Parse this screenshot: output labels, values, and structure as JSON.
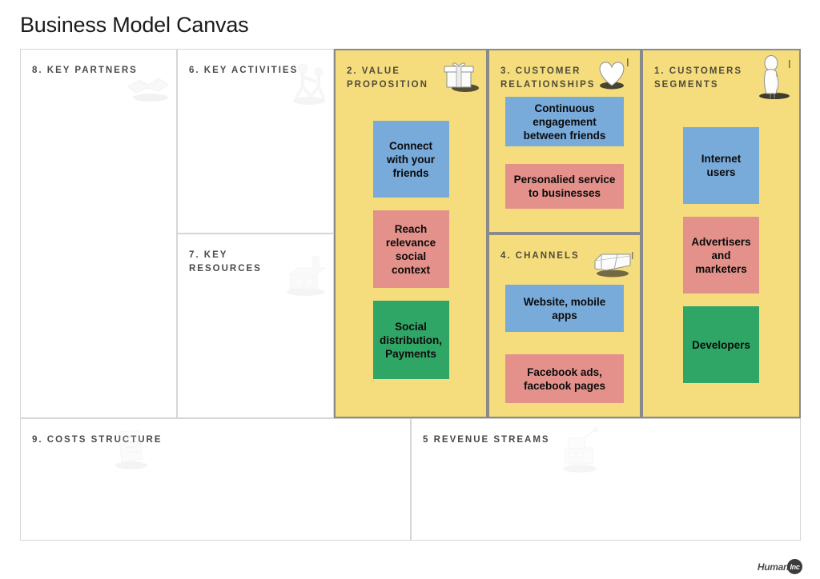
{
  "title": "Business Model Canvas",
  "colors": {
    "panel_fill": "#f5dd7e",
    "panel_border": "#8a8a8a",
    "plain_border": "#d6d6d6",
    "card_blue": "#78aada",
    "card_red": "#e3918a",
    "card_green": "#2fa665",
    "title_text": "#1a1a1a",
    "panel_title_text": "#4a4a4a"
  },
  "panels": {
    "key_partners": {
      "title": "8. KEY PARTNERS",
      "icon": "handshake-icon",
      "cards": []
    },
    "key_activities": {
      "title": "6. KEY ACTIVITIES",
      "icon": "workers-icon",
      "cards": []
    },
    "key_resources": {
      "title": "7. KEY RESOURCES",
      "icon": "factory-icon",
      "cards": []
    },
    "value_proposition": {
      "title": "2. VALUE PROPOSITION",
      "icon": "gift-box-icon",
      "cards": [
        {
          "text": "Connect with your friends",
          "color": "blue"
        },
        {
          "text": "Reach relevance social context",
          "color": "red"
        },
        {
          "text": "Social distribution, Payments",
          "color": "green"
        }
      ]
    },
    "customer_relationships": {
      "title": "3. CUSTOMER RELATIONSHIPS",
      "icon": "heart-icon",
      "cards": [
        {
          "text": "Continuous engagement between friends",
          "color": "blue"
        },
        {
          "text": "Personalied service to businesses",
          "color": "red"
        }
      ]
    },
    "channels": {
      "title": "4. CHANNELS",
      "icon": "truck-icon",
      "cards": [
        {
          "text": "Website, mobile apps",
          "color": "blue"
        },
        {
          "text": "Facebook ads, facebook pages",
          "color": "red"
        }
      ]
    },
    "customer_segments": {
      "title": "1. CUSTOMERS SEGMENTS",
      "icon": "person-icon",
      "cards": [
        {
          "text": "Internet users",
          "color": "blue"
        },
        {
          "text": "Advertisers and marketers",
          "color": "red"
        },
        {
          "text": "Developers",
          "color": "green"
        }
      ]
    },
    "cost_structure": {
      "title": "9. COSTS STRUCTURE",
      "icon": "papers-icon",
      "cards": []
    },
    "revenue_streams": {
      "title": "5 REVENUE STREAMS",
      "icon": "cash-register-icon",
      "cards": []
    }
  },
  "footer": {
    "brand_main": "Human",
    "brand_badge": "Inc"
  }
}
